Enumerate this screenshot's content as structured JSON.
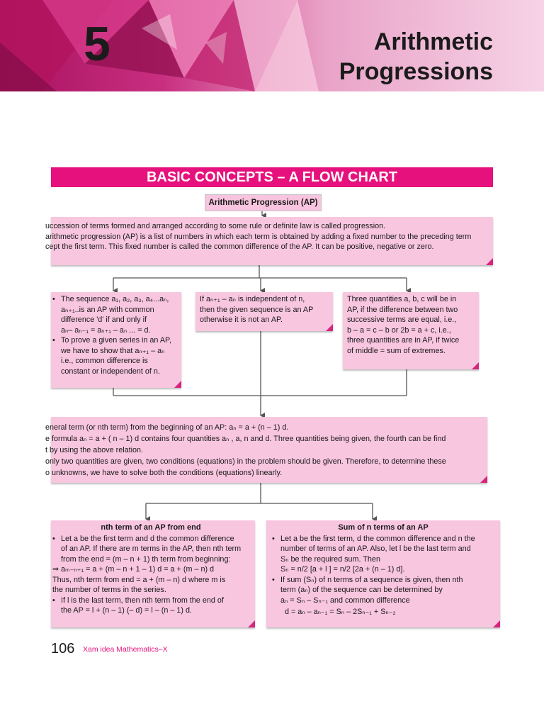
{
  "header": {
    "chapter_number": "5",
    "title_line1": "Arithmetic",
    "title_line2": "Progressions"
  },
  "section_title": "BASIC CONCEPTS – A FLOW CHART",
  "top_pill": "Arithmetic Progression (AP)",
  "definition": {
    "line1": "uccession of terms formed and arranged according to some rule or definite law is called progression.",
    "line2": "arithmetic progression (AP) is a list of numbers in which each term is obtained by adding a fixed number to the preceding term",
    "line3": "cept the first term. This fixed number is called the common difference of the AP. It can be positive, negative or zero."
  },
  "sequence_box": {
    "b1_l1": "The sequence a₁, a₂, a₃, a₄...aₙ,",
    "b1_l2": "aₙ₊₁..is an AP with common",
    "b1_l3": "difference 'd' if and only if",
    "b1_l4": "aₙ– aₙ₋₁ = aₙ₊₁ – aₙ ... = d.",
    "b2_l1": "To prove a given series in an AP,",
    "b2_l2": "we have to show that aₙ₊₁ – aₙ",
    "b2_l3": "i.e., common difference is",
    "b2_l4": "constant or independent of n."
  },
  "independent_box": {
    "l1": "If aₙ₊₁ – aₙ is independent of n,",
    "l2": "then the given sequence is an AP",
    "l3": "otherwise it is not an AP."
  },
  "three_box": {
    "l1": "Three quantities a, b, c will be in",
    "l2": "AP, if the difference between two",
    "l3": "successive terms are equal, i.e.,",
    "l4": "b – a = c – b or 2b = a + c, i.e.,",
    "l5": "three quantities are in AP, if twice",
    "l6": "of middle = sum of extremes."
  },
  "general_box": {
    "l1": "eneral term (or nth term) from the beginning of an AP: aₙ = a + (n – 1) d.",
    "l2": "e formula aₙ = a + ( n – 1) d contains four quantities aₙ , a, n and d. Three quantities being given, the fourth can be find",
    "l3": "t by using the above relation.",
    "l4": "only two quantities are given, two conditions (equations) in the problem should be given. Therefore, to determine these",
    "l5": "o unknowns, we have to solve both the conditions (equations) linearly."
  },
  "nth_box": {
    "heading": "nth term of an AP from end",
    "l1": "Let a be the first term and d the common difference",
    "l2": "of an AP. If there are m terms in the AP, then nth term",
    "l3": "from the end = (m – n + 1) th term from beginning:",
    "l4": "⇒  aₘ₋ₙ₊₁ =  a + (m – n + 1 – 1) d  = a + (m – n) d",
    "l5": "Thus, nth term from end =  a + (m – n) d  where m is",
    "l6": "the number of terms in the series.",
    "l7": "If l is the last term, then nth term from the end  of",
    "l8": "the AP = l + (n – 1) (– d) = l – (n – 1) d."
  },
  "sum_box": {
    "heading": "Sum of n terms of an AP",
    "l1": "Let a be the first term, d the common difference and n the",
    "l2": "number of terms of an AP. Also, let l be the last term and",
    "l3": "Sₙ be the required sum. Then",
    "l4": "Sₙ = n/2 [a + l ] = n/2 [2a + (n – 1) d].",
    "l5": "If sum (Sₙ) of n terms of a sequence is given, then nth",
    "l6": "term (aₙ) of the sequence can be determined by",
    "l7": "aₙ = Sₙ – Sₙ₋₁ and common difference",
    "l8": "d = aₙ – aₙ₋₁ = Sₙ – 2Sₙ₋₁ + Sₙ₋₂"
  },
  "footer": {
    "page_number": "106",
    "book_name": "Xam idea Mathematics–X"
  }
}
